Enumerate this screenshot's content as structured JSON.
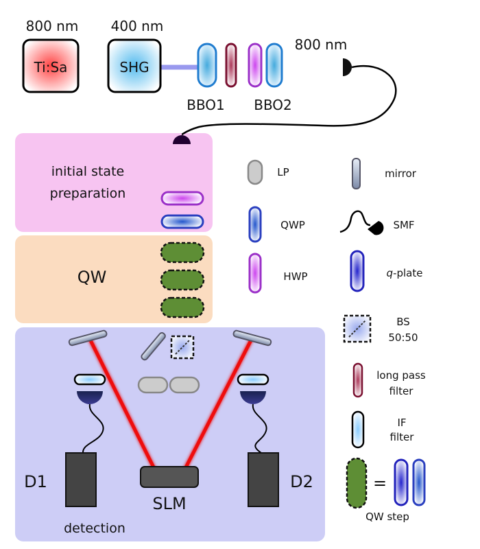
{
  "labels": {
    "laser_wavelength": "800 nm",
    "shg_wavelength": "400 nm",
    "output_wavelength": "800 nm",
    "laser": "Ti:Sa",
    "shg": "SHG",
    "bbo1": "BBO1",
    "bbo2": "BBO2",
    "prep_line1": "initial state",
    "prep_line2": "preparation",
    "qw": "QW",
    "slm": "SLM",
    "d1": "D1",
    "d2": "D2",
    "detection": "detection"
  },
  "legend": {
    "lp": "LP",
    "mirror": "mirror",
    "qwp": "QWP",
    "smf": "SMF",
    "hwp": "HWP",
    "qplate_q": "q",
    "qplate_rest": "-plate",
    "bs_line1": "BS",
    "bs_line2": "50:50",
    "lpf_line1": "long pass",
    "lpf_line2": "filter",
    "if_line1": "IF",
    "if_line2": "filter",
    "equals": "=",
    "qw_step": "QW step"
  },
  "colors": {
    "beam_red": "#ee1111",
    "beam_blue": "#9999ee",
    "prep_region": "#f7c4f1",
    "qw_region": "#fbdcc0",
    "detection_region": "#cdcdf6",
    "qwp": "#2a3fbf",
    "hwp": "#9b30c8",
    "qplate": "#2222bb",
    "lpf": "#7a1030",
    "qw_step_fill": "#5e8e35",
    "detector": "#444444"
  }
}
